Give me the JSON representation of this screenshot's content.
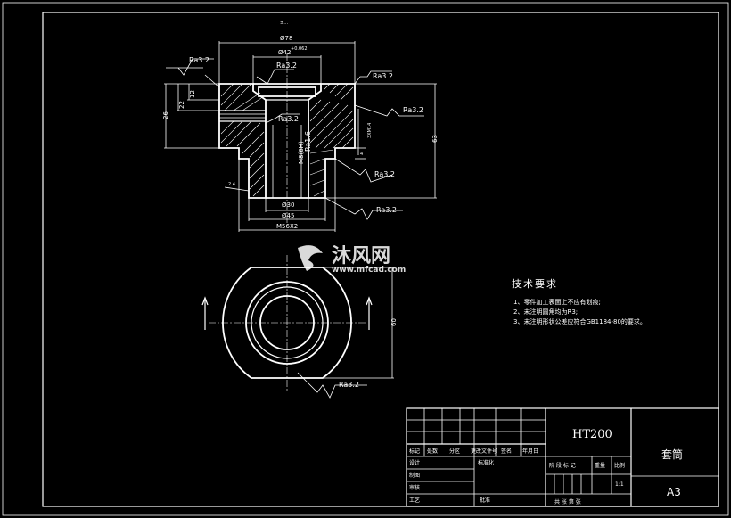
{
  "top_marks": "±…",
  "dimensions": {
    "d78": "Ø78",
    "d42": "Ø42",
    "d42_tol": "+0.062",
    "d30": "Ø30",
    "d45": "Ø45",
    "m56": "M56X2",
    "h12": "12",
    "h22": "22",
    "h26": "26",
    "h63": "63",
    "h4": "4",
    "thread": "M8(6H)",
    "depth": "3XM14",
    "view_60": "60",
    "chamfer": "2.4"
  },
  "roughness": {
    "ra1": "Ra3.2",
    "ra2": "Ra3.2",
    "ra3": "Ra3.2",
    "ra4": "Ra3.2",
    "ra5": "Ra3.2",
    "ra6": "Ra3.2",
    "ra7": "Ra1.6",
    "ra8": "Ra3.2",
    "ra9": "Ra3.2"
  },
  "watermark": {
    "brand": "沐风网",
    "url": "www.mfcad.com"
  },
  "tech_notes": {
    "title": "技术要求",
    "items": [
      "1、零件加工表面上不应有划痕;",
      "2、未注明圆角均为R3;",
      "3、未注明形状公差应符合GB1184-80的要求。"
    ]
  },
  "title_block": {
    "material": "HT200",
    "part_name": "套筒",
    "sheet": "A3",
    "scale": "1:1",
    "labels": {
      "mark": "标记",
      "count": "处数",
      "zone": "分区",
      "doc": "更改文件号",
      "sign": "签名",
      "date": "年月日",
      "design": "设计",
      "standard": "标准化",
      "draw": "制图",
      "review": "审核",
      "process": "工艺",
      "approve": "批准",
      "stage": "阶 段 标 记",
      "weight": "重量",
      "ratio": "比例",
      "sheets": "共   张   第   张"
    }
  }
}
